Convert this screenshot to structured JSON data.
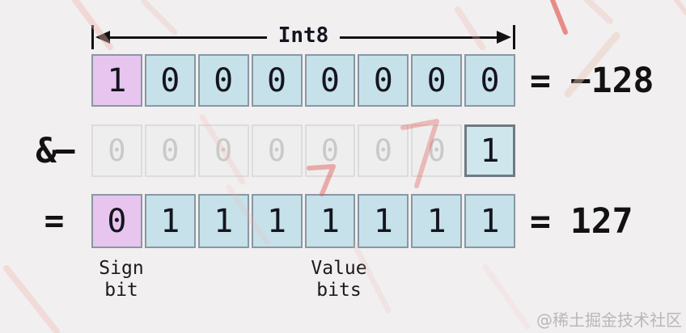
{
  "arrow": {
    "label": "Int8"
  },
  "rows": [
    {
      "name": "minuend",
      "bits": [
        "1",
        "0",
        "0",
        "0",
        "0",
        "0",
        "0",
        "0"
      ]
    },
    {
      "name": "operand",
      "bits": [
        "0",
        "0",
        "0",
        "0",
        "0",
        "0",
        "0",
        "1"
      ]
    },
    {
      "name": "result",
      "bits": [
        "0",
        "1",
        "1",
        "1",
        "1",
        "1",
        "1",
        "1"
      ]
    }
  ],
  "operators": {
    "and_minus": "&−",
    "equals": "="
  },
  "results": {
    "top": {
      "eq": "=",
      "value": "−128"
    },
    "bottom": {
      "eq": "=",
      "value": "127"
    }
  },
  "labels": {
    "sign_line1": "Sign",
    "sign_line2": "bit",
    "value_line1": "Value",
    "value_line2": "bits"
  },
  "watermark": "@稀土掘金技术社区",
  "colors": {
    "background": "#f1eff0",
    "sign_bit_fill": "#e7c5ef",
    "value_bit_fill": "#c6e1e9",
    "ghost_fill": "#efeeee",
    "ghost_text": "#c9c9c9",
    "cell_border": "#8a97a2",
    "highlight_cell_fill": "#cfe6ec",
    "highlight_cell_border": "#6e7a82",
    "ink": "#121212",
    "scribble_pink": "#f2b6ae",
    "scribble_red": "#e0564f",
    "watermark_text": "#b9b7b8"
  }
}
